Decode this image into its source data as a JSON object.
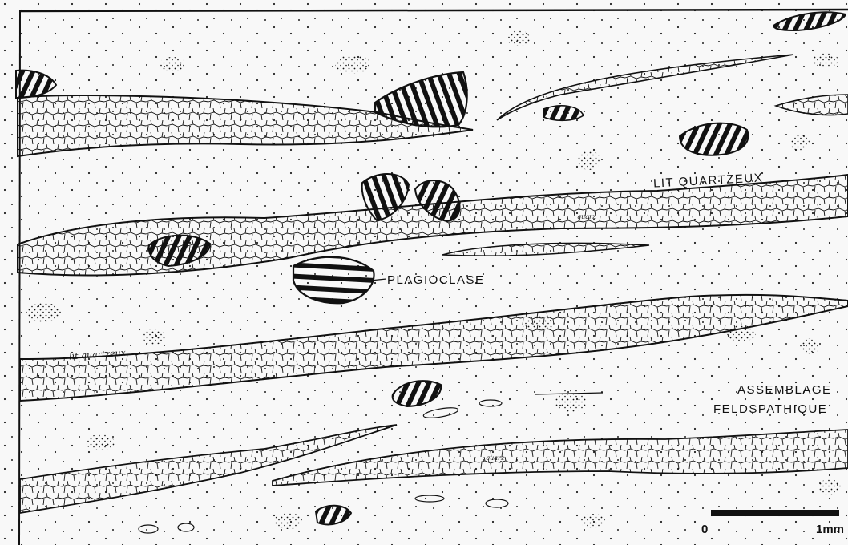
{
  "labels": {
    "lit_quartzeux_upper": "LIT QUARTZEUX",
    "plagioclase": "PLAGIOCLASE",
    "lit_quartzeux_lower": "lit quartzeux",
    "assemblage_line1": "ASSEMBLAGE",
    "assemblage_line2": "FELDSPATHIQUE",
    "quartz_tag_upper": "quarz",
    "quartz_tag_lower": "quarz"
  },
  "scale_bar": {
    "start_label": "0",
    "end_label": "1mm"
  },
  "colors": {
    "ink": "#111111",
    "paper": "#f8f8f8"
  }
}
